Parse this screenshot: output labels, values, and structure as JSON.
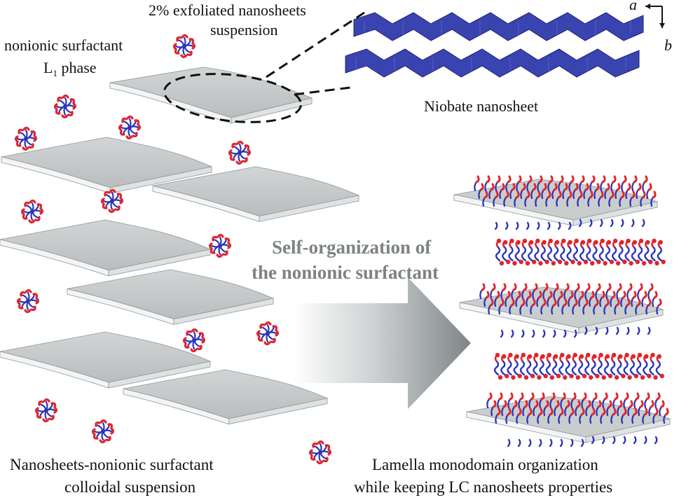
{
  "labels": {
    "nanosheet_suspension_line1": "2% exfoliated nanosheets",
    "nanosheet_suspension_line2": "suspension",
    "surfactant_line1": "nonionic surfactant",
    "surfactant_line2_main": "L",
    "surfactant_line2_sub": "1",
    "surfactant_line2_rest": " phase",
    "niobate": "Niobate nanosheet",
    "axis_a": "a",
    "axis_b": "b",
    "arrow_line1": "Self-organization of",
    "arrow_line2": "the nonionic surfactant",
    "left_caption_line1": "Nanosheets-nonionic surfactant",
    "left_caption_line2": "colloidal suspension",
    "right_caption_line1": "Lamella monodomain organization",
    "right_caption_line2": "while keeping LC nanosheets properties"
  },
  "colors": {
    "sheet_top": "#c8cccd",
    "sheet_edge": "#f0f2f3",
    "surfactant_head": "#e0262b",
    "surfactant_tail": "#2a35b8",
    "niobate": "#3a44b0",
    "arrow_text": "#7d8285"
  }
}
